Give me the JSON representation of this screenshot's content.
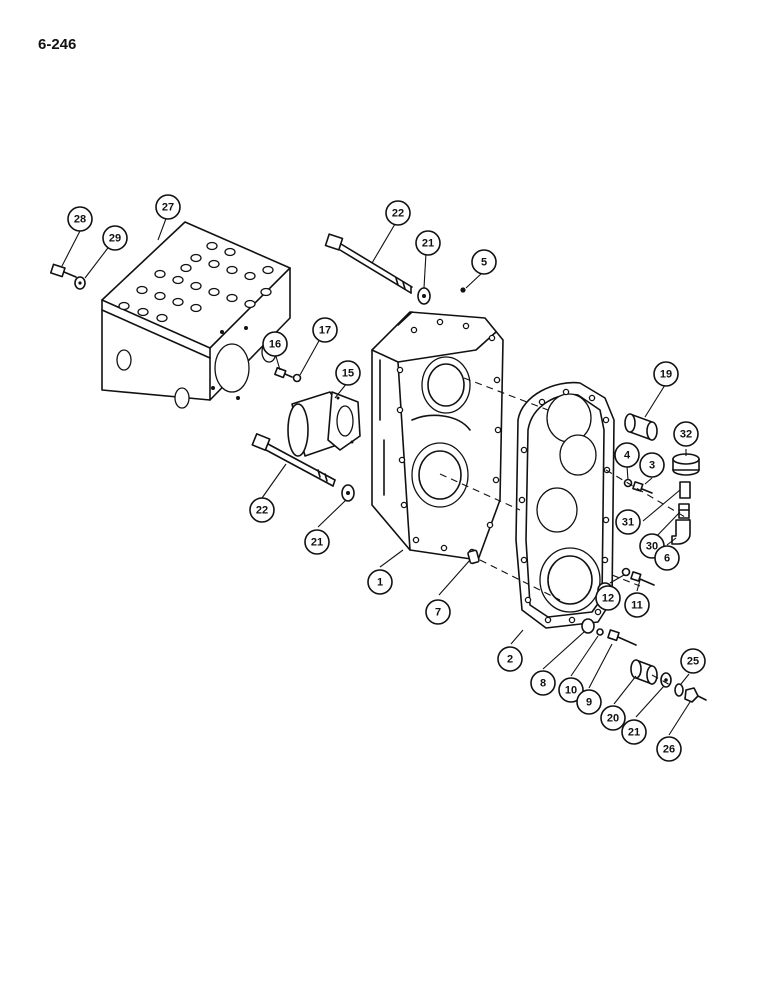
{
  "page": {
    "number": "6-246"
  },
  "callouts": [
    {
      "id": "c28",
      "label": "28"
    },
    {
      "id": "c29",
      "label": "29"
    },
    {
      "id": "c27",
      "label": "27"
    },
    {
      "id": "c22a",
      "label": "22"
    },
    {
      "id": "c21a",
      "label": "21"
    },
    {
      "id": "c5",
      "label": "5"
    },
    {
      "id": "c16",
      "label": "16"
    },
    {
      "id": "c17",
      "label": "17"
    },
    {
      "id": "c15",
      "label": "15"
    },
    {
      "id": "c19",
      "label": "19"
    },
    {
      "id": "c32",
      "label": "32"
    },
    {
      "id": "c4",
      "label": "4"
    },
    {
      "id": "c3",
      "label": "3"
    },
    {
      "id": "c22b",
      "label": "22"
    },
    {
      "id": "c21b",
      "label": "21"
    },
    {
      "id": "c31",
      "label": "31"
    },
    {
      "id": "c30",
      "label": "30"
    },
    {
      "id": "c6",
      "label": "6"
    },
    {
      "id": "c1",
      "label": "1"
    },
    {
      "id": "c7",
      "label": "7"
    },
    {
      "id": "c12",
      "label": "12"
    },
    {
      "id": "c11",
      "label": "11"
    },
    {
      "id": "c2",
      "label": "2"
    },
    {
      "id": "c25",
      "label": "25"
    },
    {
      "id": "c8",
      "label": "8"
    },
    {
      "id": "c10",
      "label": "10"
    },
    {
      "id": "c9",
      "label": "9"
    },
    {
      "id": "c20",
      "label": "20"
    },
    {
      "id": "c21c",
      "label": "21"
    },
    {
      "id": "c26",
      "label": "26"
    }
  ]
}
